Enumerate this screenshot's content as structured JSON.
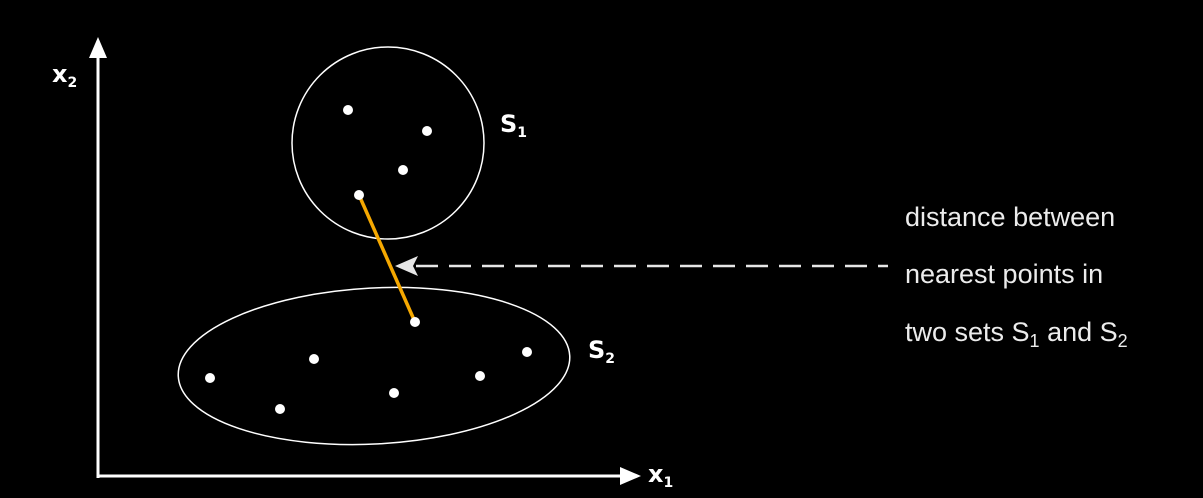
{
  "axes": {
    "x_label": "x",
    "x_sub": "1",
    "y_label": "x",
    "y_sub": "2"
  },
  "sets": {
    "s1_label": "S",
    "s1_sub": "1",
    "s2_label": "S",
    "s2_sub": "2"
  },
  "annotation": {
    "line1": "distance between",
    "line2": "nearest points in",
    "line3_prefix": "two sets S",
    "line3_sub1": "1",
    "line3_mid": " and S",
    "line3_sub2": "2"
  },
  "colors": {
    "background": "#000000",
    "foreground": "#ffffff",
    "connector": "#f5a800",
    "annotation_text": "#ececec",
    "arrow_dash": "#e6e6e6"
  }
}
